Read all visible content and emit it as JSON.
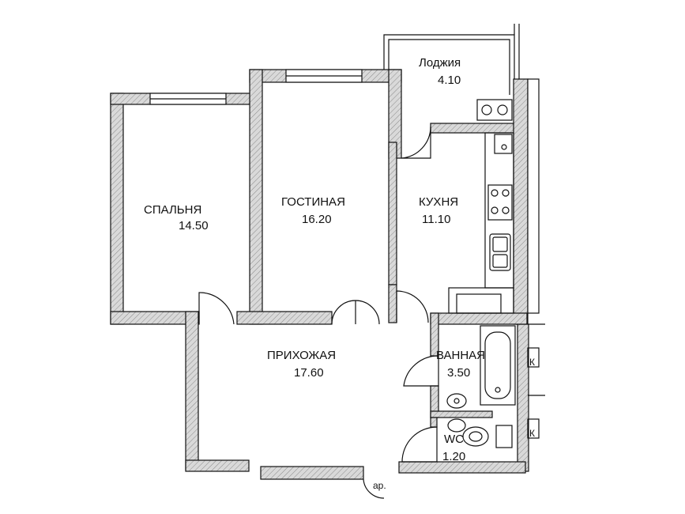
{
  "colors": {
    "wall_fill": "#c8c8c8",
    "wall_stroke": "#111111",
    "background": "#ffffff"
  },
  "rooms": {
    "bedroom": {
      "name": "СПАЛЬНЯ",
      "area": "14.50"
    },
    "living": {
      "name": "ГОСТИНАЯ",
      "area": "16.20"
    },
    "kitchen": {
      "name": "КУХНЯ",
      "area": "11.10"
    },
    "loggia": {
      "name": "Лоджия",
      "area": "4.10"
    },
    "hallway": {
      "name": "ПРИХОЖАЯ",
      "area": "17.60"
    },
    "bathroom": {
      "name": "ВАННАЯ",
      "area": "3.50"
    },
    "wc": {
      "name": "WC",
      "area": "1.20"
    }
  },
  "edge_marks": {
    "k1": "К",
    "k2": "К",
    "ap": "ар."
  },
  "fixtures": [
    "stove-icon",
    "kitchen-sink-icon",
    "bathtub-icon",
    "washbasin-icon",
    "toilet-icon",
    "loggia-sink-icon"
  ]
}
